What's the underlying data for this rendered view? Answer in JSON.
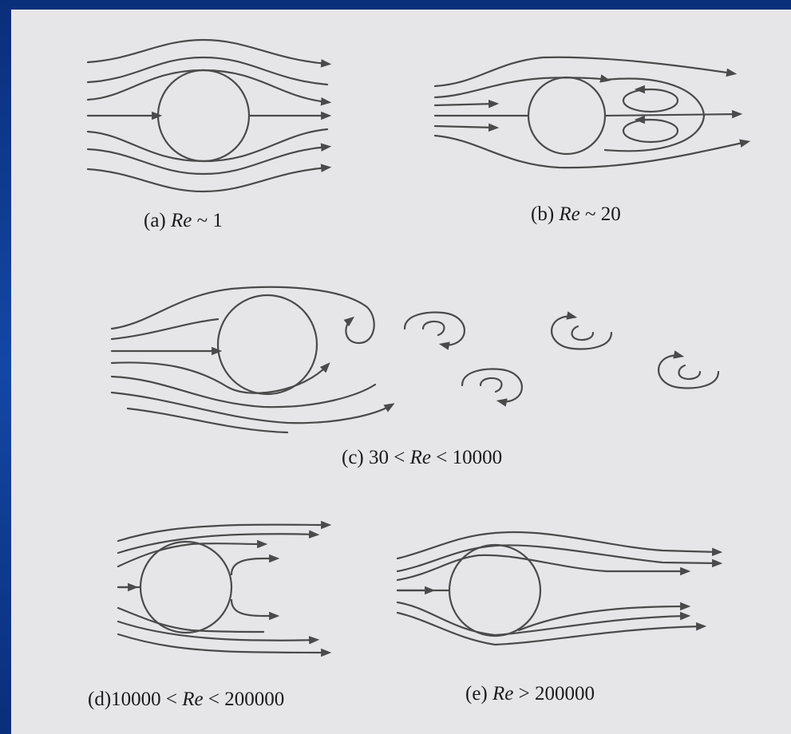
{
  "figure": {
    "panel_a": {
      "prefix": "(a) ",
      "var": "Re",
      "suffix": " ~ 1"
    },
    "panel_b": {
      "prefix": "(b) ",
      "var": "Re",
      "suffix": " ~ 20"
    },
    "panel_c": {
      "prefix": "(c) 30 < ",
      "var": "Re",
      "suffix": " < 10000"
    },
    "panel_d": {
      "prefix": "(d)10000 < ",
      "var": "Re",
      "suffix": " < 200000"
    },
    "panel_e": {
      "prefix": "(e) ",
      "var": "Re",
      "suffix": " > 200000"
    }
  },
  "colors": {
    "frame": "#0f3a8c",
    "panel": "#e6e6e8",
    "line": "#4a4a4a"
  }
}
